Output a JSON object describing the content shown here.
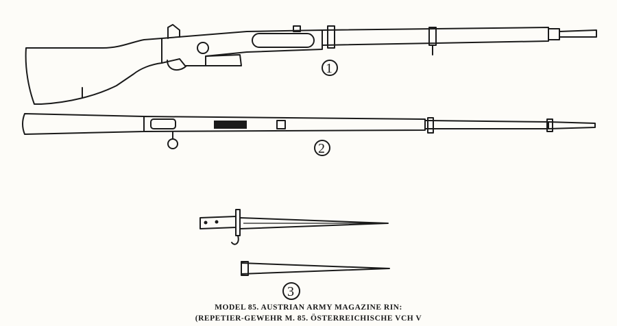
{
  "figure_labels": {
    "fig1": "1",
    "fig2": "2",
    "fig3": "3"
  },
  "caption": {
    "line1": "MODEL 85.  AUSTRIAN  ARMY  MAGAZINE  RIN:",
    "line2": "(REPETIER-GEWEHR  M. 85.  ÖSTERREICHISCHE  VCH  V"
  }
}
